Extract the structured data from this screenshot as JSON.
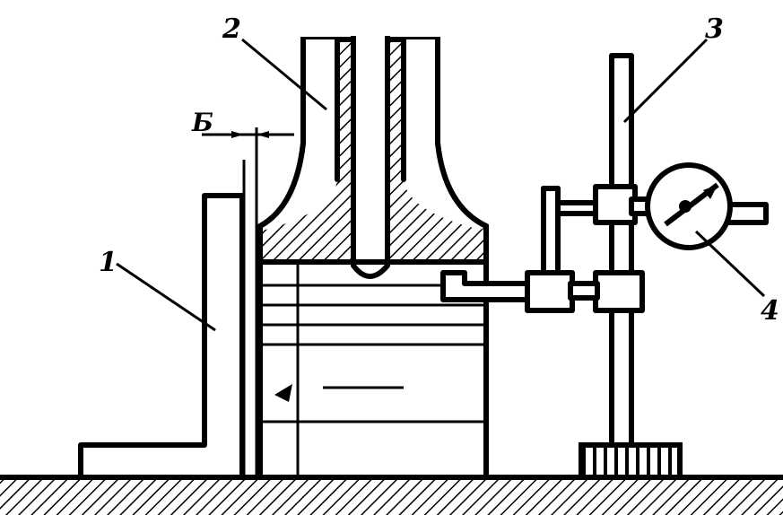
{
  "labels": {
    "part1": "1",
    "part2": "2",
    "part3": "3",
    "part4": "4",
    "gap": "Б"
  },
  "colors": {
    "ink": "#000000",
    "paper": "#ffffff"
  }
}
